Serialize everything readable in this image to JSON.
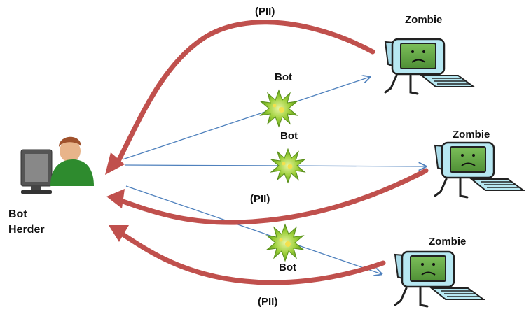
{
  "labels": {
    "herder": [
      "Bot",
      "Herder"
    ],
    "zombies": [
      "Zombie",
      "Zombie",
      "Zombie"
    ],
    "bots": [
      "Bot",
      "Bot",
      "Bot"
    ],
    "pii": [
      "(PII)",
      "(PII)",
      "(PII)"
    ]
  },
  "icons": {
    "herder": "person-at-computer-icon",
    "zombie": "sad-computer-icon",
    "bot": "green-virus-icon"
  },
  "colors": {
    "pii_arrow": "#c0504d",
    "bot_arrow": "#4f81bd",
    "zombie_screen": "#6aa84f",
    "zombie_body": "#b7e8f2",
    "bot_fill": "#8dc63f",
    "herder_shirt": "#2e8b2e"
  }
}
